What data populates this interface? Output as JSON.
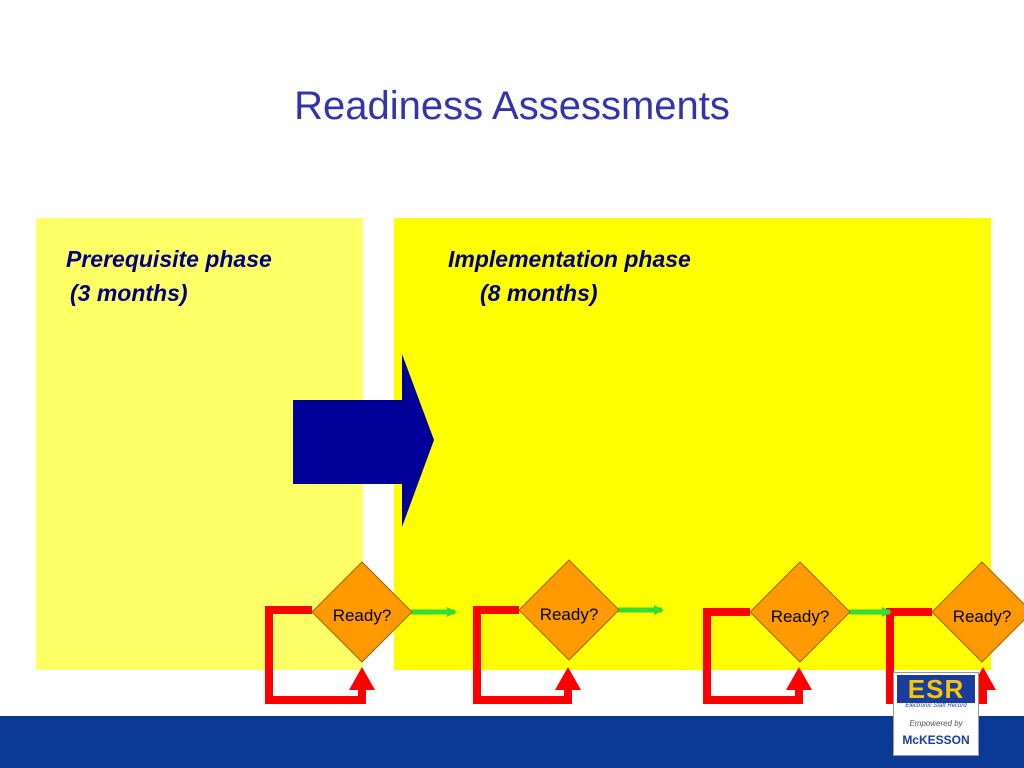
{
  "slide": {
    "title": "Readiness Assessments"
  },
  "phases": {
    "prerequisite": {
      "line1": "Prerequisite phase",
      "line2": "(3 months)"
    },
    "implementation": {
      "line1": "Implementation phase",
      "line2": "(8 months)"
    }
  },
  "decisions": [
    {
      "label": "Ready?"
    },
    {
      "label": "Ready?"
    },
    {
      "label": "Ready?"
    },
    {
      "label": "Ready?"
    }
  ],
  "logo": {
    "brand": "ESR",
    "subtitle": "Electronic Staff Record",
    "empowered": "Empowered by",
    "company": "McKESSON"
  },
  "colors": {
    "title": "#3333aa",
    "prerequisite_panel": "#ffff66",
    "implementation_panel": "#ffff00",
    "phase_arrow": "#000099",
    "decision_fill": "#ff9900",
    "loop_arrow": "#ff0000",
    "forward_arrow": "#33dd33",
    "footer": "#0a3a96"
  }
}
